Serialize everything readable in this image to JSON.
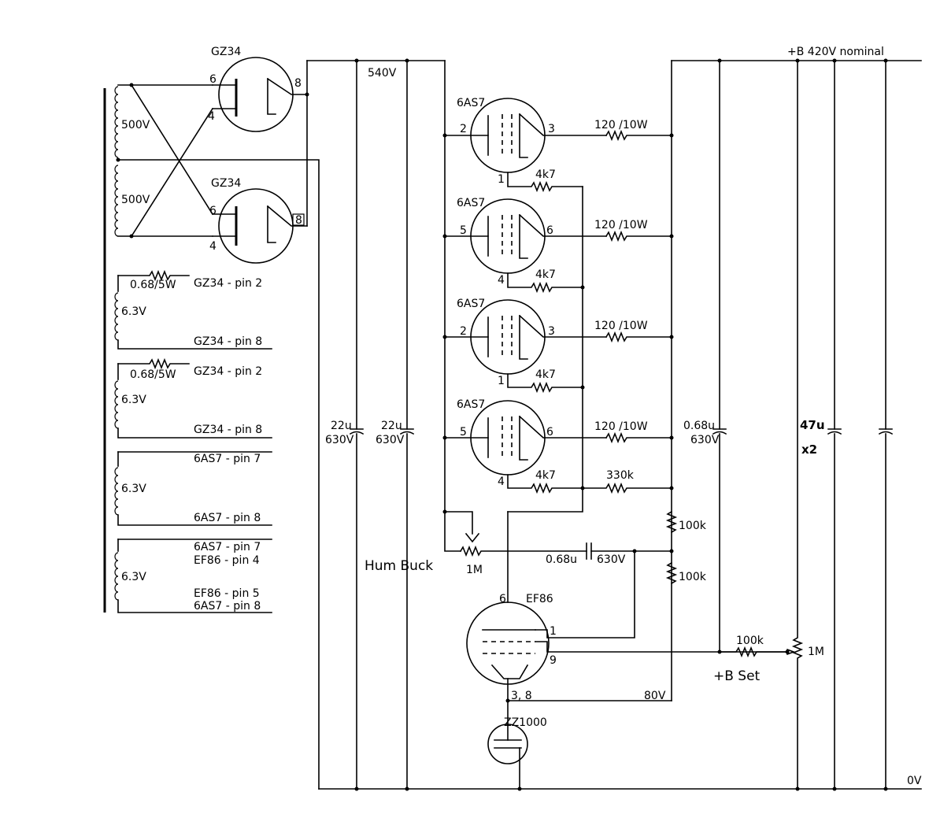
{
  "schematic": {
    "labels": {
      "rail_b_plus": "+B 420V nominal",
      "rail_0v": "0V",
      "node_540v": "540V",
      "node_80v": "80V",
      "rect1": "GZ34",
      "rect2": "GZ34",
      "tr_sec1": "500V",
      "tr_sec2": "500V",
      "hv_sec1": "0.68/5W",
      "hv_sec2": "0.68/5W",
      "h1_top": "GZ34 - pin 2",
      "h1_bot": "GZ34 - pin 8",
      "h1_v": "6.3V",
      "h2_top": "GZ34 - pin 2",
      "h2_bot": "GZ34 - pin 8",
      "h2_v": "6.3V",
      "h3_top": "6AS7 - pin 7",
      "h3_bot": "6AS7 - pin 8",
      "h3_v": "6.3V",
      "h4_a": "6AS7 - pin 7",
      "h4_b": "EF86 - pin 4",
      "h4_c": "EF86 - pin 5",
      "h4_d": "6AS7 - pin 8",
      "h4_v": "6.3V",
      "c1_val": "22u",
      "c1_volt": "630V",
      "c2_val": "22u",
      "c2_volt": "630V",
      "c3_val": "0.68u",
      "c3_volt": "630V",
      "c4_val": "47u",
      "c4_mult": "x2",
      "t1": "6AS7",
      "t2": "6AS7",
      "t3": "6AS7",
      "t4": "6AS7",
      "r_series1": "120 /10W",
      "r_series2": "120 /10W",
      "r_series3": "120 /10W",
      "r_series4": "120 /10W",
      "r_grid1": "4k7",
      "r_grid2": "4k7",
      "r_grid3": "4k7",
      "r_grid4": "4k7",
      "r_330k": "330k",
      "r_100k_a": "100k",
      "r_100k_b": "100k",
      "r_100k_c": "100k",
      "pot_1m_a": "1M",
      "pot_1m_b": "1M",
      "cap_hum": "0.68u",
      "cap_hum_v": "630V",
      "hum_buck": "Hum Buck",
      "b_set": "+B Set",
      "ef86": "EF86",
      "zz1000": "ZZ1000"
    },
    "pins": {
      "r1_a": "6",
      "r1_b": "4",
      "r1_k": "8",
      "r2_a": "6",
      "r2_b": "4",
      "r2_k": "8",
      "t1_g": "2",
      "t1_k": "3",
      "t1_a": "1",
      "t2_g": "5",
      "t2_k": "6",
      "t2_a": "4",
      "t3_g": "2",
      "t3_k": "3",
      "t3_a": "1",
      "t4_g": "5",
      "t4_k": "6",
      "t4_a": "4",
      "ef_a": "6",
      "ef_g1": "1",
      "ef_g2": "9",
      "ef_k": "3, 8"
    }
  }
}
